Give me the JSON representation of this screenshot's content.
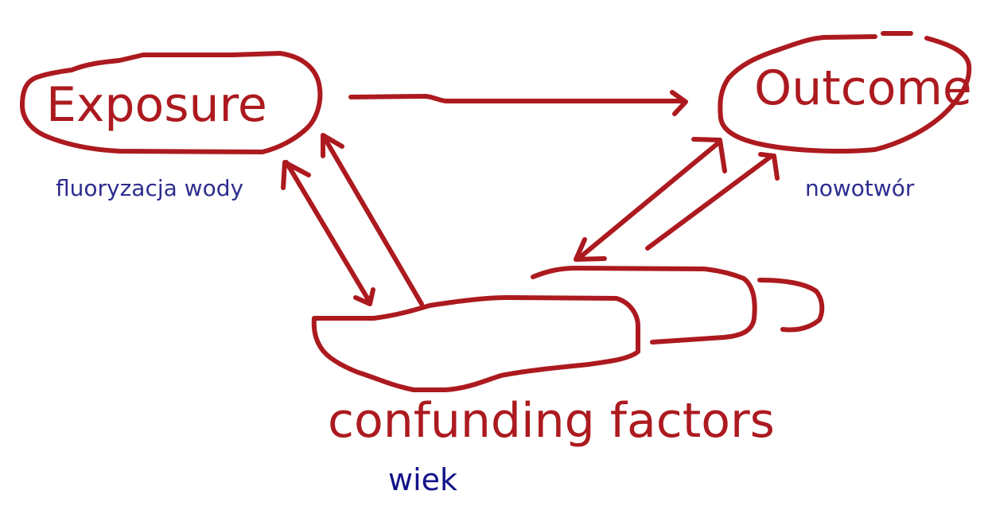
{
  "colors": {
    "stroke": "#ac1a1f",
    "main_text": "#ac1a1f",
    "sub_text": "#2d2d8f",
    "wiek_text": "#12128a",
    "background": "#ffffff"
  },
  "nodes": {
    "exposure": {
      "title": "Exposure",
      "subtitle": "fluoryzacja wody"
    },
    "outcome": {
      "title": "Outcome",
      "subtitle": "nowotwór"
    },
    "confounders": {
      "title": "confunding factors",
      "subtitle": "wiek"
    }
  }
}
